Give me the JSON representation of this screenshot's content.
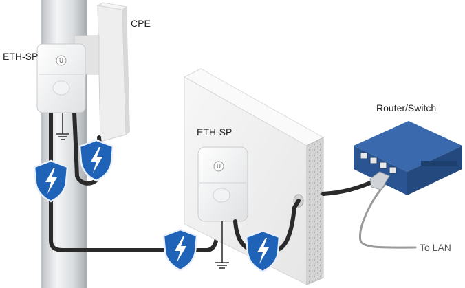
{
  "labels": {
    "cpe": "CPE",
    "eth_sp_left": "ETH-SP",
    "eth_sp_center": "ETH-SP",
    "router_switch": "Router/Switch",
    "to_lan": "To LAN"
  },
  "colors": {
    "shield_blue": "#1f63b8",
    "router_blue": "#2f5fa0",
    "cable_dark": "#2a2a2a",
    "lan_cable": "#9a9a9a"
  },
  "icons": [
    "surge-protection-shield-icon",
    "ground-symbol-icon",
    "ubiquiti-logo-icon"
  ]
}
